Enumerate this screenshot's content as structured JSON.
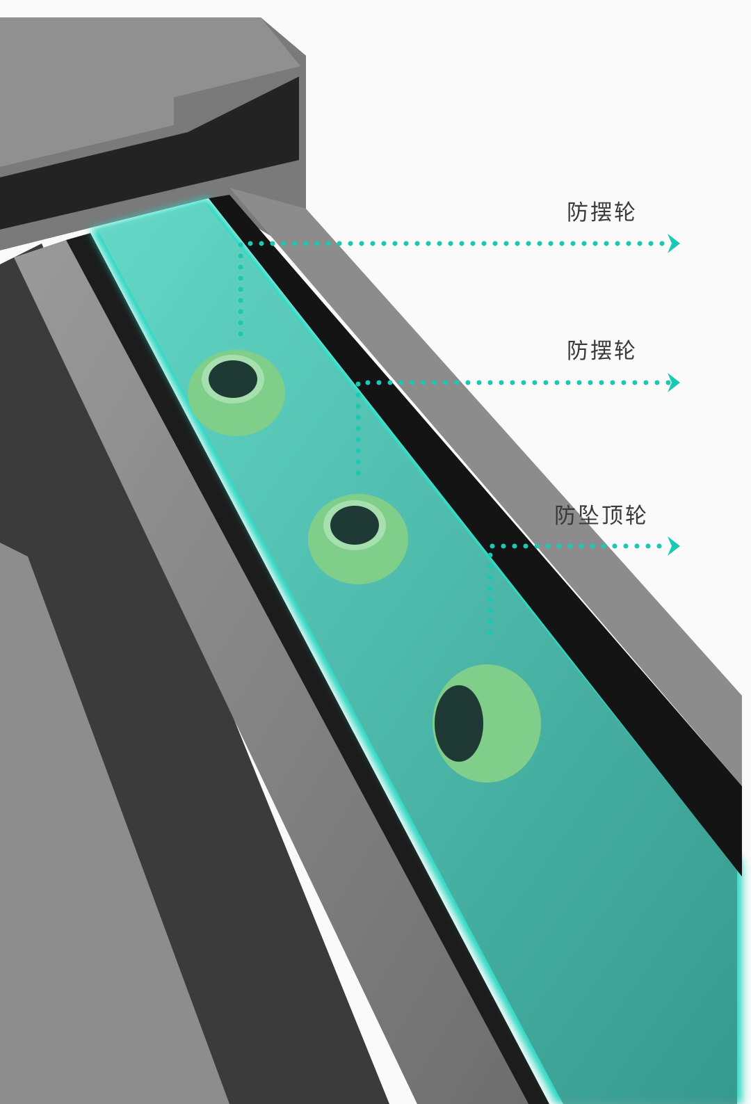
{
  "labels": [
    {
      "text": "防摆轮"
    },
    {
      "text": "防摆轮"
    },
    {
      "text": "防坠顶轮"
    }
  ],
  "colors": {
    "accent": "#19c9b3",
    "wheel": "#7fce8a",
    "aluminum": "#8a8a8a",
    "background": "#fafafa"
  }
}
